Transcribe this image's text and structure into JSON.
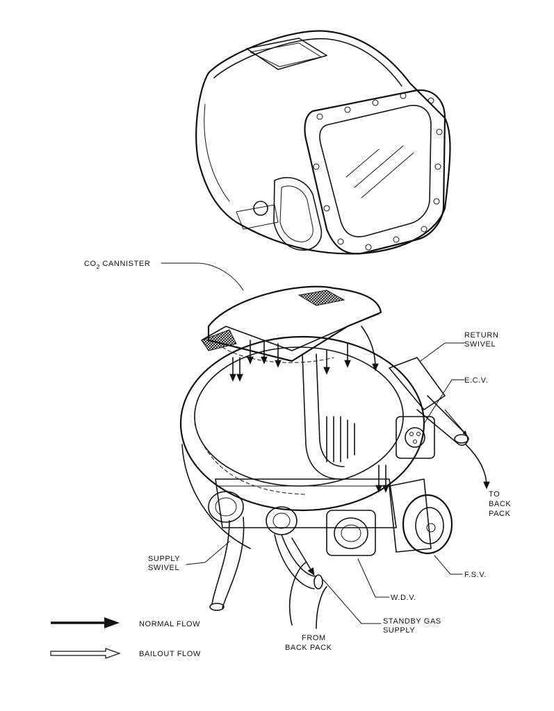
{
  "labels": {
    "co2_cannister": {
      "prefix": "CO",
      "sub": "2",
      "rest": " CANNISTER"
    },
    "return_swivel": [
      "RETURN",
      "SWIVEL"
    ],
    "ecv": "E.C.V.",
    "to_back_pack": [
      "TO",
      "BACK",
      "PACK"
    ],
    "supply_swivel": [
      "SUPPLY",
      "SWIVEL"
    ],
    "fsv": "F.S.V.",
    "wdv": "W.D.V.",
    "standby_gas_supply": [
      "STANDBY GAS",
      "SUPPLY"
    ],
    "from_back_pack": [
      "FROM",
      "BACK PACK"
    ]
  },
  "legend": {
    "normal_flow": "NORMAL FLOW",
    "bailout_flow": "BAILOUT FLOW"
  }
}
